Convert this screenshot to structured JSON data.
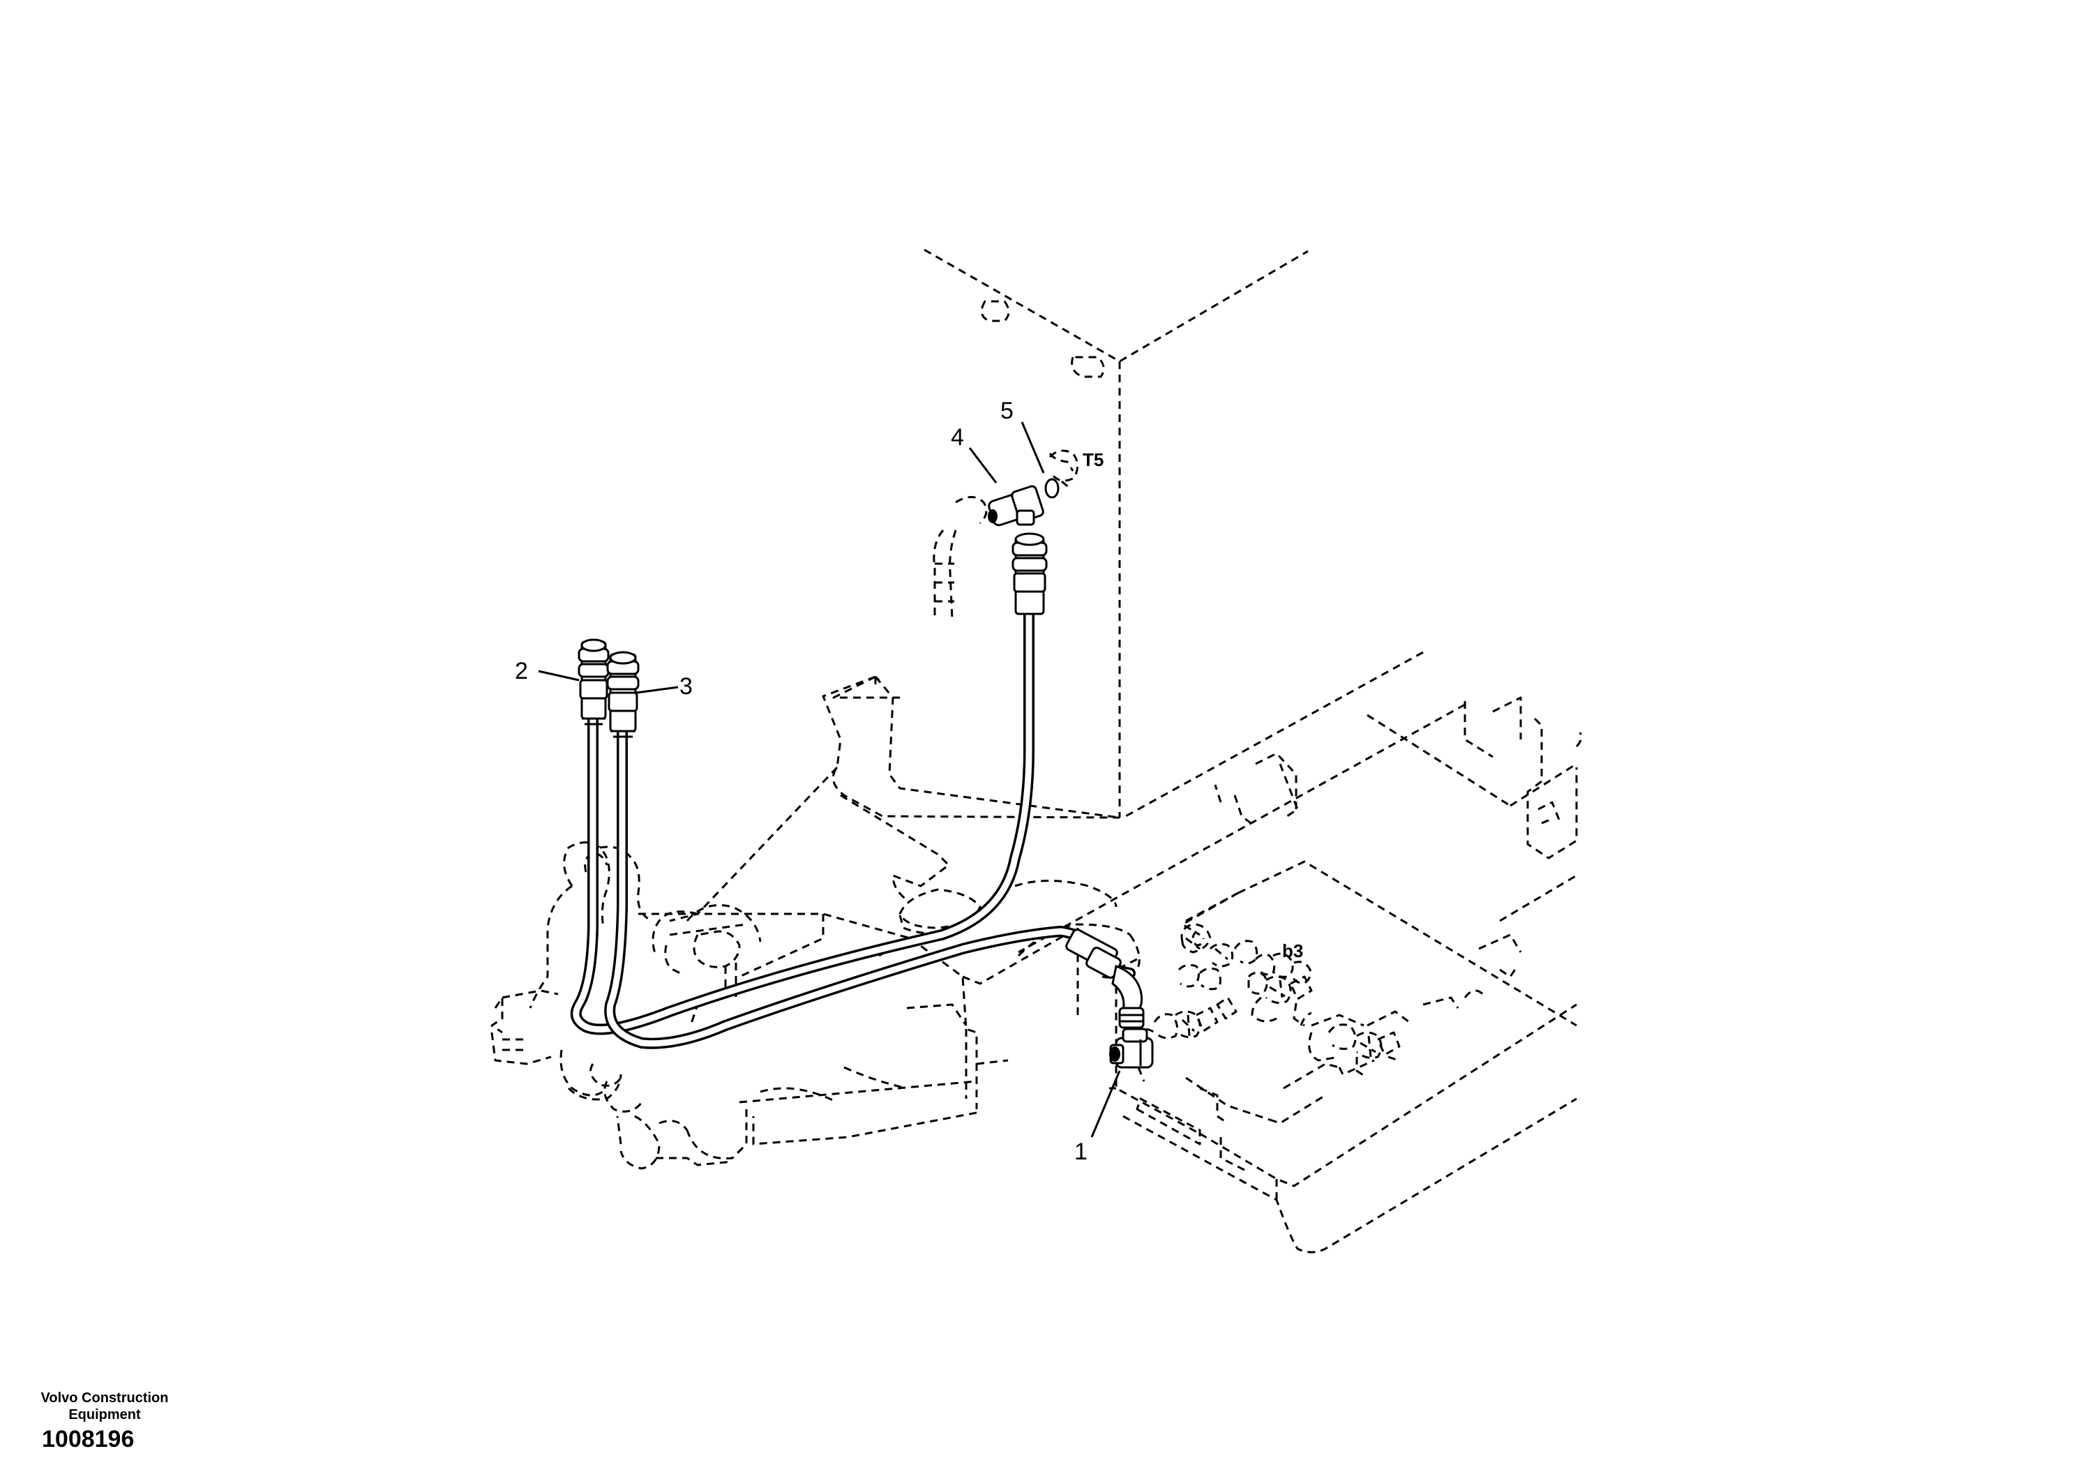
{
  "diagram": {
    "callouts": {
      "c1": "1",
      "c2": "2",
      "c3": "3",
      "c4": "4",
      "c5": "5"
    },
    "ports": {
      "t5": "T5",
      "b3": "b3"
    },
    "style": {
      "line_color": "#000000",
      "background": "#ffffff"
    }
  },
  "footer": {
    "company_line1": "Volvo Construction",
    "company_line2": "Equipment",
    "drawing_number": "1008196"
  }
}
